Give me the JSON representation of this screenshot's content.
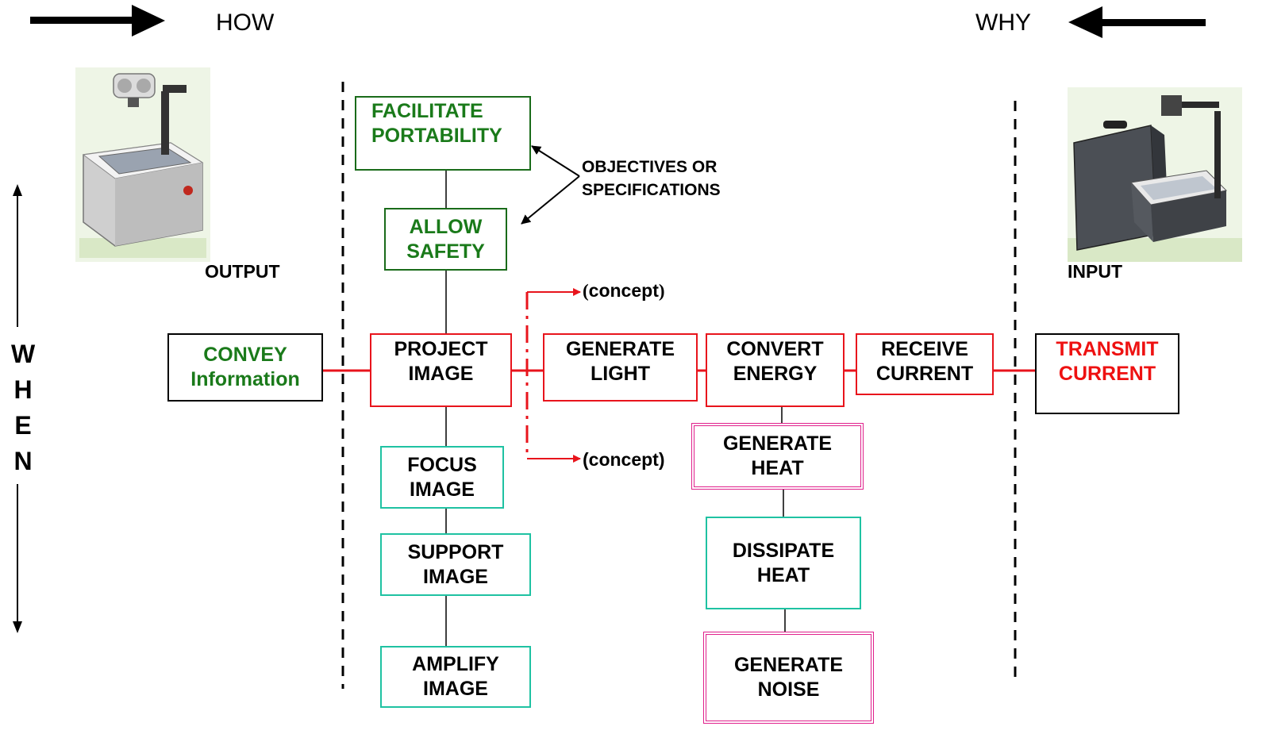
{
  "header": {
    "how_label": "HOW",
    "why_label": "WHY"
  },
  "side": {
    "output_label": "OUTPUT",
    "input_label": "INPUT",
    "when_letters": [
      "W",
      "H",
      "E",
      "N"
    ]
  },
  "annotations": {
    "objectives_line1": "OBJECTIVES OR",
    "objectives_line2": "SPECIFICATIONS",
    "concept_upper": "concept",
    "concept_lower": "(concept)"
  },
  "boxes": {
    "facilitate_portability": [
      "FACILITATE",
      "PORTABILITY"
    ],
    "allow_safety": [
      "ALLOW",
      "SAFETY"
    ],
    "convey_information": [
      "CONVEY",
      "Information"
    ],
    "project_image": [
      "PROJECT",
      "IMAGE"
    ],
    "generate_light": [
      "GENERATE",
      "LIGHT"
    ],
    "convert_energy": [
      "CONVERT",
      "ENERGY"
    ],
    "receive_current": [
      "RECEIVE",
      "CURRENT"
    ],
    "transmit_current": [
      "TRANSMIT",
      "CURRENT"
    ],
    "focus_image": [
      "FOCUS",
      "IMAGE"
    ],
    "support_image": [
      "SUPPORT",
      "IMAGE"
    ],
    "amplify_image": [
      "AMPLIFY",
      "IMAGE"
    ],
    "generate_heat": [
      "GENERATE",
      "HEAT"
    ],
    "dissipate_heat": [
      "DISSIPATE",
      "HEAT"
    ],
    "generate_noise": [
      "GENERATE",
      "NOISE"
    ]
  },
  "colors": {
    "critical_path": "#e8141c",
    "objective": "#1a6b1a",
    "supporting": "#1fc2a2",
    "unwanted": "#e0208c"
  }
}
